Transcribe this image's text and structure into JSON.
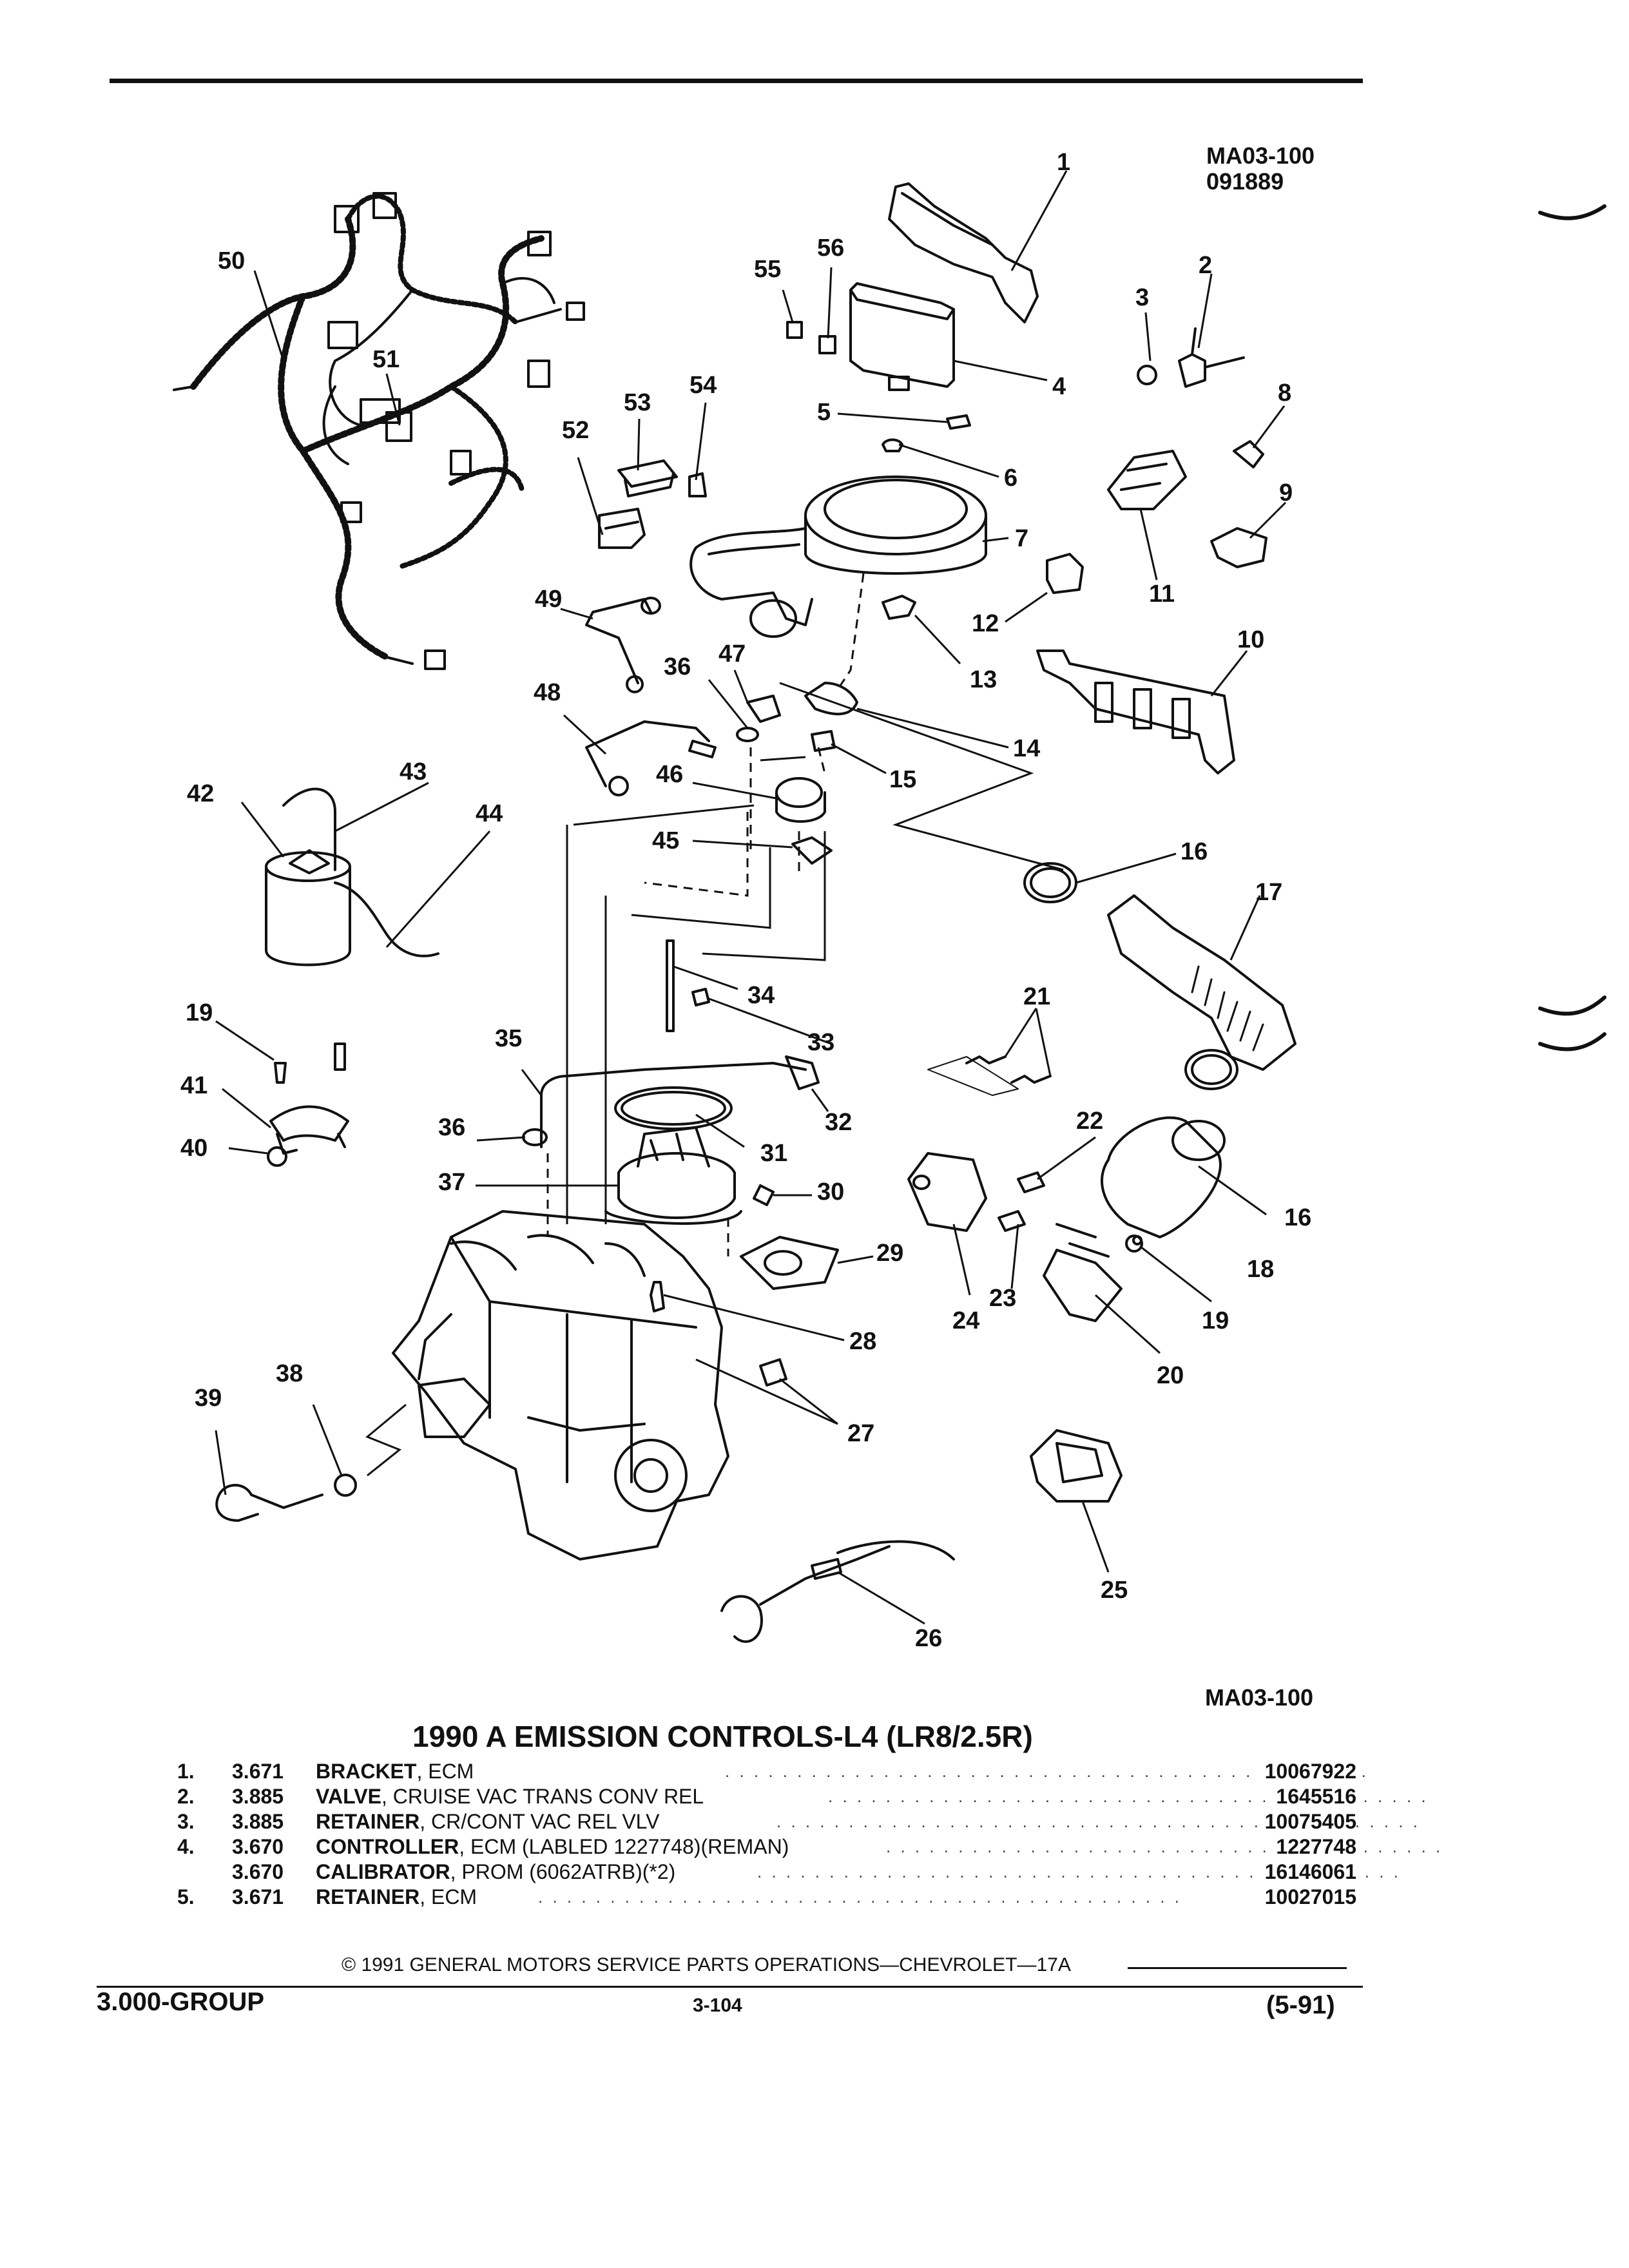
{
  "header": {
    "ref_code": "MA03-100",
    "ref_date": "091889"
  },
  "callouts": [
    "1",
    "2",
    "3",
    "4",
    "5",
    "6",
    "7",
    "8",
    "9",
    "10",
    "11",
    "12",
    "13",
    "14",
    "15",
    "16",
    "16",
    "17",
    "18",
    "19",
    "19",
    "20",
    "21",
    "22",
    "23",
    "24",
    "25",
    "26",
    "27",
    "28",
    "29",
    "30",
    "31",
    "32",
    "33",
    "34",
    "35",
    "36",
    "36",
    "37",
    "38",
    "39",
    "40",
    "41",
    "42",
    "43",
    "44",
    "45",
    "46",
    "47",
    "48",
    "49",
    "50",
    "51",
    "52",
    "53",
    "54",
    "55",
    "56"
  ],
  "figure_ref": "MA03-100",
  "title": "1990 A EMISSION CONTROLS-L4 (LR8/2.5R)",
  "parts": [
    {
      "index": "1.",
      "group": "3.671",
      "name": "BRACKET",
      "desc": ", ECM",
      "part_no": "10067922"
    },
    {
      "index": "2.",
      "group": "3.885",
      "name": "VALVE",
      "desc": ", CRUISE VAC TRANS CONV REL",
      "part_no": "1645516"
    },
    {
      "index": "3.",
      "group": "3.885",
      "name": "RETAINER",
      "desc": ", CR/CONT VAC REL VLV",
      "part_no": "10075405"
    },
    {
      "index": "4.",
      "group": "3.670",
      "name": "CONTROLLER",
      "desc": ", ECM (LABLED 1227748)(REMAN)",
      "part_no": "1227748"
    },
    {
      "index": "",
      "group": "3.670",
      "name": "CALIBRATOR",
      "desc": ", PROM (6062ATRB)(*2)",
      "part_no": "16146061"
    },
    {
      "index": "5.",
      "group": "3.671",
      "name": "RETAINER",
      "desc": ", ECM",
      "part_no": "10027015"
    }
  ],
  "footer": {
    "copyright": "© 1991 GENERAL MOTORS SERVICE PARTS OPERATIONS—CHEVROLET—17A",
    "group": "3.000-GROUP",
    "page": "3-104",
    "date": "(5-91)"
  }
}
